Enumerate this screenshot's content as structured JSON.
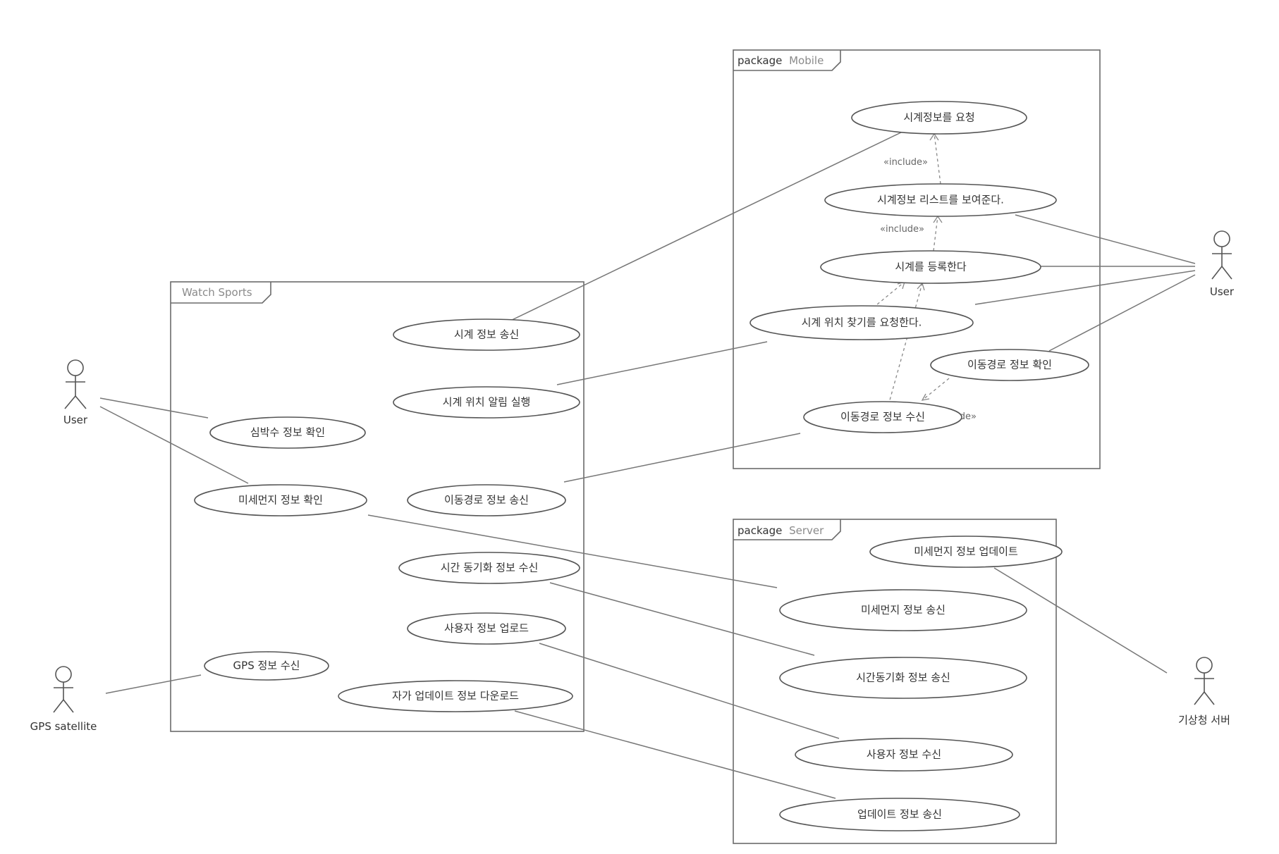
{
  "frames": {
    "watch": {
      "keyword": "",
      "name": "Watch Sports"
    },
    "mobile": {
      "keyword": "package",
      "name": "Mobile"
    },
    "server": {
      "keyword": "package",
      "name": "Server"
    }
  },
  "actors": {
    "user_left": "User",
    "gps": "GPS satellite",
    "user_right": "User",
    "weather": "기상청 서버"
  },
  "watch_usecases": {
    "send_watch_info": "시계 정보 송신",
    "run_watch_location_alarm": "시계 위치 알림 실행",
    "check_heart_rate": "심박수 정보 확인",
    "check_fine_dust": "미세먼지 정보 확인",
    "send_route_info": "이동경로 정보 송신",
    "receive_time_sync": "시간 동기화 정보 수신",
    "upload_user_info": "사용자 정보 업로드",
    "receive_gps": "GPS 정보 수신",
    "download_update": "자가 업데이트 정보 다운로드"
  },
  "mobile_usecases": {
    "request_watch_info": "시계정보를 요청",
    "show_watch_list": "시계정보 리스트를 보여준다.",
    "register_watch": "시계를 등록한다",
    "request_find_watch": "시계 위치 찾기를 요청한다.",
    "check_route": "이동경로 정보 확인",
    "receive_route": "이동경로 정보 수신"
  },
  "server_usecases": {
    "update_fine_dust": "미세먼지 정보 업데이트",
    "send_fine_dust": "미세먼지 정보 송신",
    "send_time_sync": "시간동기화 정보 송신",
    "receive_user_info": "사용자 정보 수신",
    "send_update": "업데이트 정보 송신"
  },
  "stereotypes": {
    "include": "«include»"
  }
}
